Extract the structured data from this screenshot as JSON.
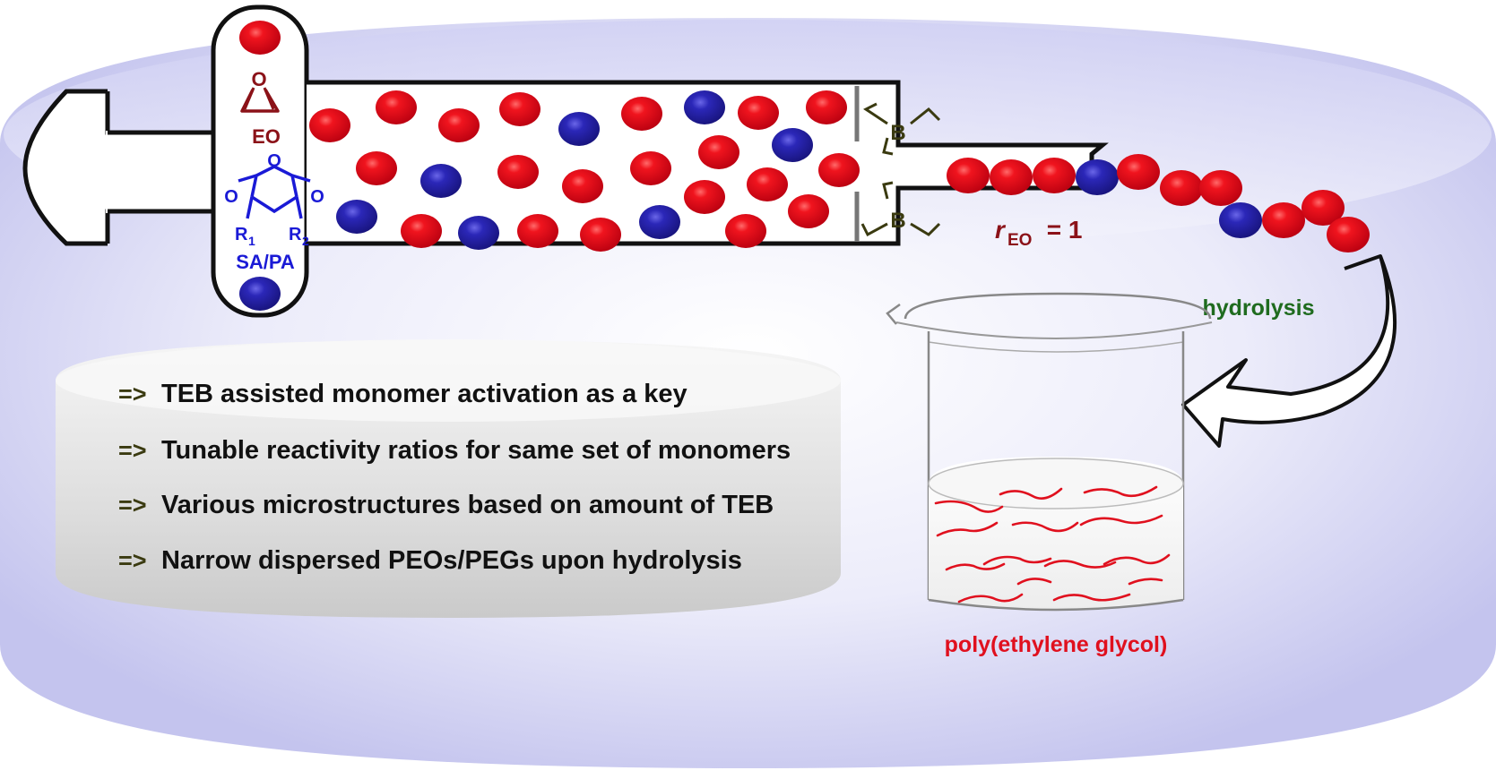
{
  "colors": {
    "eo_red": "#e0101e",
    "sa_blue": "#2b27b8",
    "label_darkred": "#8b1218",
    "label_blue": "#1a1ad6",
    "label_green": "#1f6b1f",
    "label_olive": "#3a3a10",
    "pink_text": "#e0101e",
    "bg_lavender": "#c6c6f0"
  },
  "syringe": {
    "eo_label": "EO",
    "epoxide_oxygen": "O",
    "anhydride_oxygens": [
      "O",
      "O",
      "O"
    ],
    "r1_label": "R",
    "r1_sub": "1",
    "r2_label": "R",
    "r2_sub": "2",
    "sapa_label": "SA/PA",
    "boron_label": "B"
  },
  "ratio": {
    "r_label": "r",
    "sub": "EO",
    "value": " = 1"
  },
  "hydrolysis_label": "hydrolysis",
  "beaker_label": "poly(ethylene glycol)",
  "bullets": [
    {
      "prefix": "=>",
      "text": "TEB assisted monomer activation as a key"
    },
    {
      "prefix": "=>",
      "text": "Tunable reactivity ratios for same set of monomers"
    },
    {
      "prefix": "=>",
      "text": "Various microstructures based on amount of TEB"
    },
    {
      "prefix": "=>",
      "text": "Narrow dispersed PEOs/PEGs upon hydrolysis"
    }
  ],
  "icons": [
    "syringe-icon",
    "beaker-icon",
    "curved-arrow-icon",
    "epoxide-icon",
    "anhydride-icon"
  ]
}
